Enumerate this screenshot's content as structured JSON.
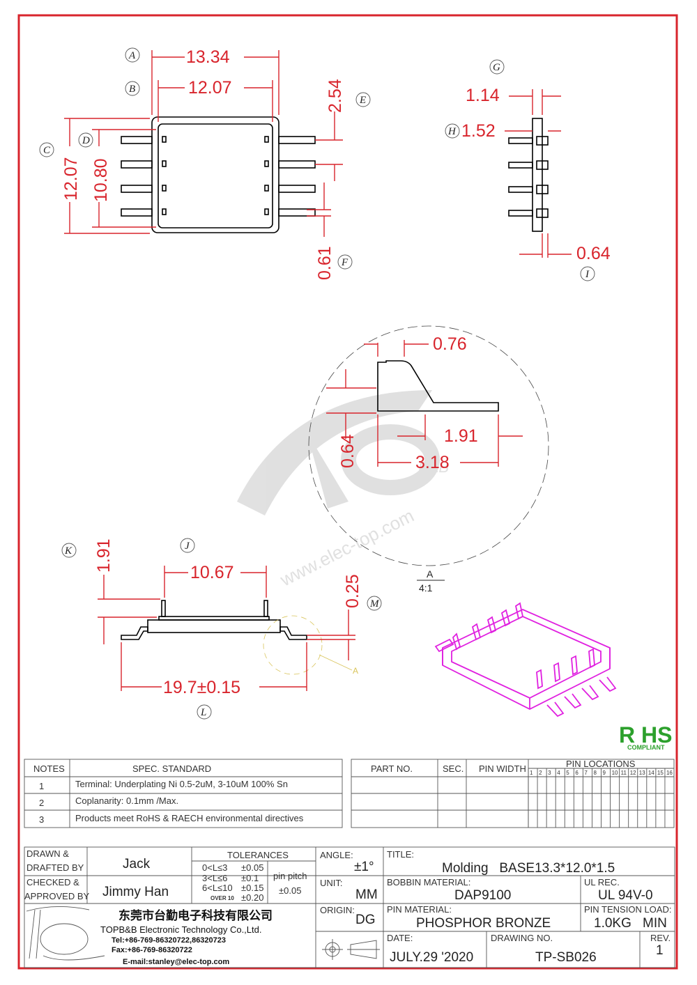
{
  "colors": {
    "border": "#d8242c",
    "dimension": "#d8242c",
    "iso_view": "#e020e0",
    "rohs": "#2ca02c",
    "watermark": "#c8c8c8"
  },
  "top_view": {
    "dims": {
      "A": "13.34",
      "B": "12.07",
      "C": "12.07",
      "D": "10.80",
      "E": "2.54",
      "F": "0.61"
    },
    "labels": [
      "A",
      "B",
      "C",
      "D",
      "E",
      "F"
    ]
  },
  "side_view": {
    "dims": {
      "G": "1.14",
      "H": "1.52",
      "I": "0.64"
    },
    "labels": [
      "G",
      "H",
      "I"
    ]
  },
  "detail_view": {
    "dims": {
      "top": "0.76",
      "pin_len": "1.91",
      "height": "0.64",
      "span": "3.18"
    },
    "name": "A",
    "scale": "4:1"
  },
  "front_view": {
    "dims": {
      "J": "10.67",
      "K": "1.91",
      "L": "19.7±0.15",
      "M": "0.25"
    },
    "labels": [
      "J",
      "K",
      "L",
      "M"
    ],
    "detail_ref": "A"
  },
  "watermark": {
    "site": "www.elec-top.com",
    "mark": "B&B"
  },
  "rohs": {
    "title": "R HS",
    "sub": "COMPLIANT"
  },
  "notes": {
    "headers": [
      "NOTES",
      "SPEC. STANDARD"
    ],
    "rows": [
      {
        "no": "1",
        "text": "Terminal: Underplating Ni 0.5-2uM, 3-10uM 100% Sn"
      },
      {
        "no": "2",
        "text": "Coplanarity: 0.1mm /Max."
      },
      {
        "no": "3",
        "text": "Products meet RoHS & RAECH environmental directives"
      }
    ]
  },
  "parts": {
    "headers": [
      "PART NO.",
      "SEC.",
      "PIN WIDTH",
      "PIN LOCATIONS"
    ],
    "pin_numbers": [
      "1",
      "2",
      "3",
      "4",
      "5",
      "6",
      "7",
      "8",
      "9",
      "10",
      "11",
      "12",
      "13",
      "14",
      "15",
      "16"
    ]
  },
  "title_block": {
    "drawn_label": "DRAWN &\nDRAFTED BY",
    "drawn_value": "Jack",
    "checked_label": "CHECKED &\nAPPROVED BY",
    "checked_value": "Jimmy Han",
    "tolerances_title": "TOLERANCES",
    "tolerances": [
      {
        "range": "0<L≤3",
        "tol": "±0.05"
      },
      {
        "range": "3<L≤6",
        "tol": "±0.1"
      },
      {
        "range": "6<L≤10",
        "tol": "±0.15"
      },
      {
        "range": "OVER 10",
        "tol": "±0.20"
      }
    ],
    "pin_pitch_label": "pin pitch",
    "pin_pitch_value": "±0.05",
    "angle_label": "ANGLE:",
    "angle_value": "±1°",
    "unit_label": "UNIT:",
    "unit_value": "MM",
    "origin_label": "ORIGIN:",
    "origin_value": "DG",
    "title_label": "TITLE:",
    "title_value": "Molding   BASE13.3*12.0*1.5",
    "bobbin_label": "BOBBIN MATERIAL:",
    "bobbin_value": "DAP9100",
    "ul_label": "UL REC.",
    "ul_value": "UL 94V-0",
    "pin_material_label": "PIN MATERIAL:",
    "pin_material_value": "PHOSPHOR BRONZE",
    "pin_tension_label": "PIN TENSION LOAD:",
    "pin_tension_value": "1.0KG",
    "pin_tension_unit": "MIN",
    "date_label": "DATE:",
    "date_value": "JULY.29 '2020",
    "drawing_no_label": "DRAWING NO.",
    "drawing_no_value": "TP-SB026",
    "rev_label": "REV.",
    "rev_value": "1",
    "company_cn": "东莞市台勤电子科技有限公司",
    "company_en": "TOPB&B Electronic Technology Co.,Ltd.",
    "tel": "Tel:+86-769-86320722,86320723",
    "fax": "Fax:+86-769-86320722",
    "email": "E-mail:stanley@elec-top.com"
  }
}
